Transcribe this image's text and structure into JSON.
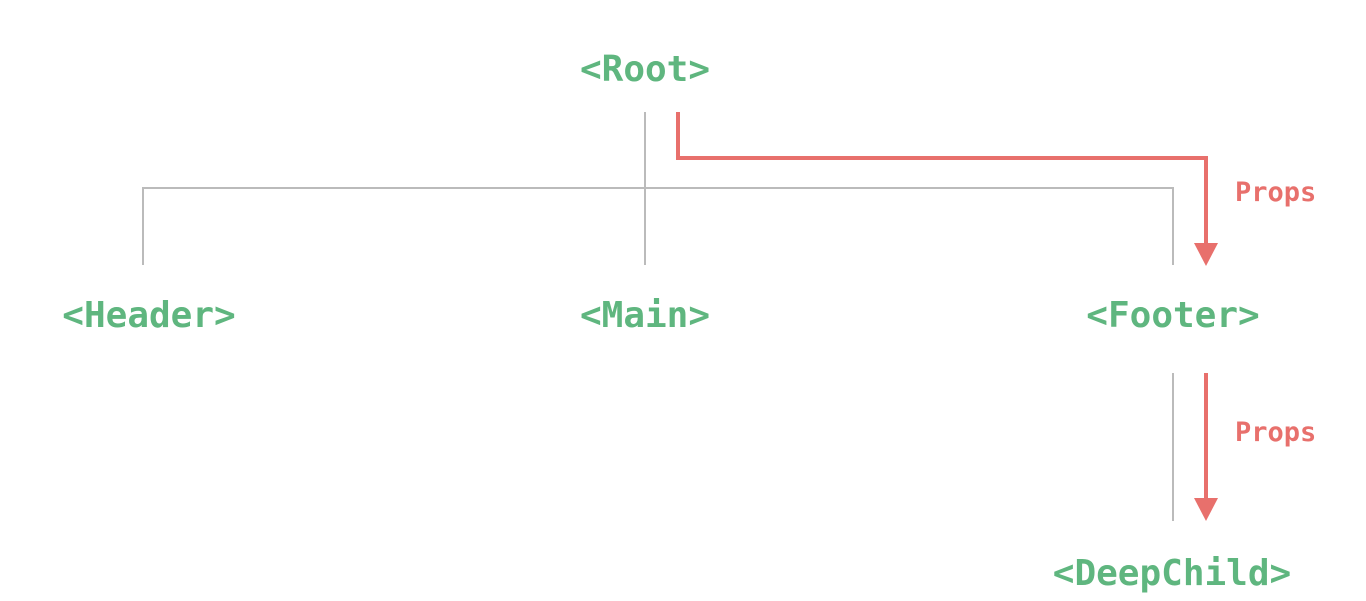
{
  "nodes": {
    "root": "<Root>",
    "header": "<Header>",
    "main": "<Main>",
    "footer": "<Footer>",
    "deep_child": "<DeepChild>"
  },
  "props_labels": {
    "root_to_footer": "Props",
    "footer_to_deep_child": "Props"
  },
  "colors": {
    "node_text": "#5fb67f",
    "tree_line": "#bbbbbb",
    "props_arrow": "#e8706c",
    "background": "#ffffff"
  }
}
